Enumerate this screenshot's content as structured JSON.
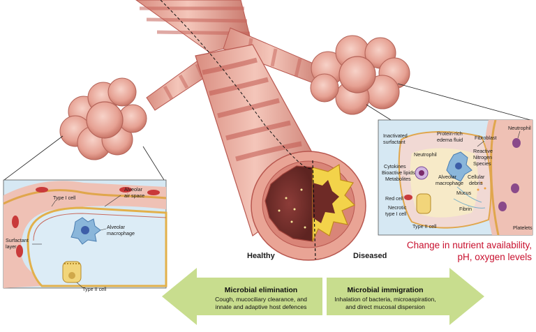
{
  "labels": {
    "healthy": "Healthy",
    "diseased": "Diseased"
  },
  "left_panel": {
    "type1_cell": "Type I cell",
    "alveolar_air_space_1": "Alveolar",
    "alveolar_air_space_2": "air space",
    "alveolar_macrophage_1": "Alveolar",
    "alveolar_macrophage_2": "macrophage",
    "surfactant_layer_1": "Surfactant",
    "surfactant_layer_2": "layer",
    "type2_cell": "Type II cell"
  },
  "right_panel": {
    "inactivated_surfactant_1": "Inactivated",
    "inactivated_surfactant_2": "surfactant",
    "protein_rich_1": "Protein-rich",
    "protein_rich_2": "edema fluid",
    "fibroblast": "Fibroblast",
    "neutrophil_top": "Neutrophil",
    "neutrophil_inner": "Neutrophil",
    "reactive_1": "Reactive",
    "reactive_2": "Nitrogen",
    "reactive_3": "Species",
    "cytokines_1": "Cytokines",
    "cytokines_2": "Bioactive lipids",
    "cytokines_3": "Metabolites",
    "alveolar_macrophage_1": "Alveolar",
    "alveolar_macrophage_2": "macrophage",
    "cellular_debris_1": "Cellular",
    "cellular_debris_2": "debris",
    "mucus": "Mucus",
    "red_cell": "Red cell",
    "necrotic_1": "Necrotic",
    "necrotic_2": "type I cell",
    "fibrin": "Fibrin",
    "type2_cell": "Type II cell",
    "platelets": "Platelets"
  },
  "note": {
    "line1": "Change in nutrient availability,",
    "line2": "pH, oxygen levels"
  },
  "arrows": {
    "left_title": "Microbial elimination",
    "left_line1": "Cough, mucociliary clearance, and",
    "left_line2": "innate and adaptive host defences",
    "right_title": "Microbial immigration",
    "right_line1": "Inhalation of bacteria, microaspiration,",
    "right_line2": "and direct mucosal dispersion"
  },
  "colors": {
    "tissue": "#e8a59a",
    "tissue_dark": "#b8574f",
    "panel_bg": "#d6e8f3",
    "arrow_fill": "#c8dd8e",
    "note_red": "#c8102e"
  }
}
